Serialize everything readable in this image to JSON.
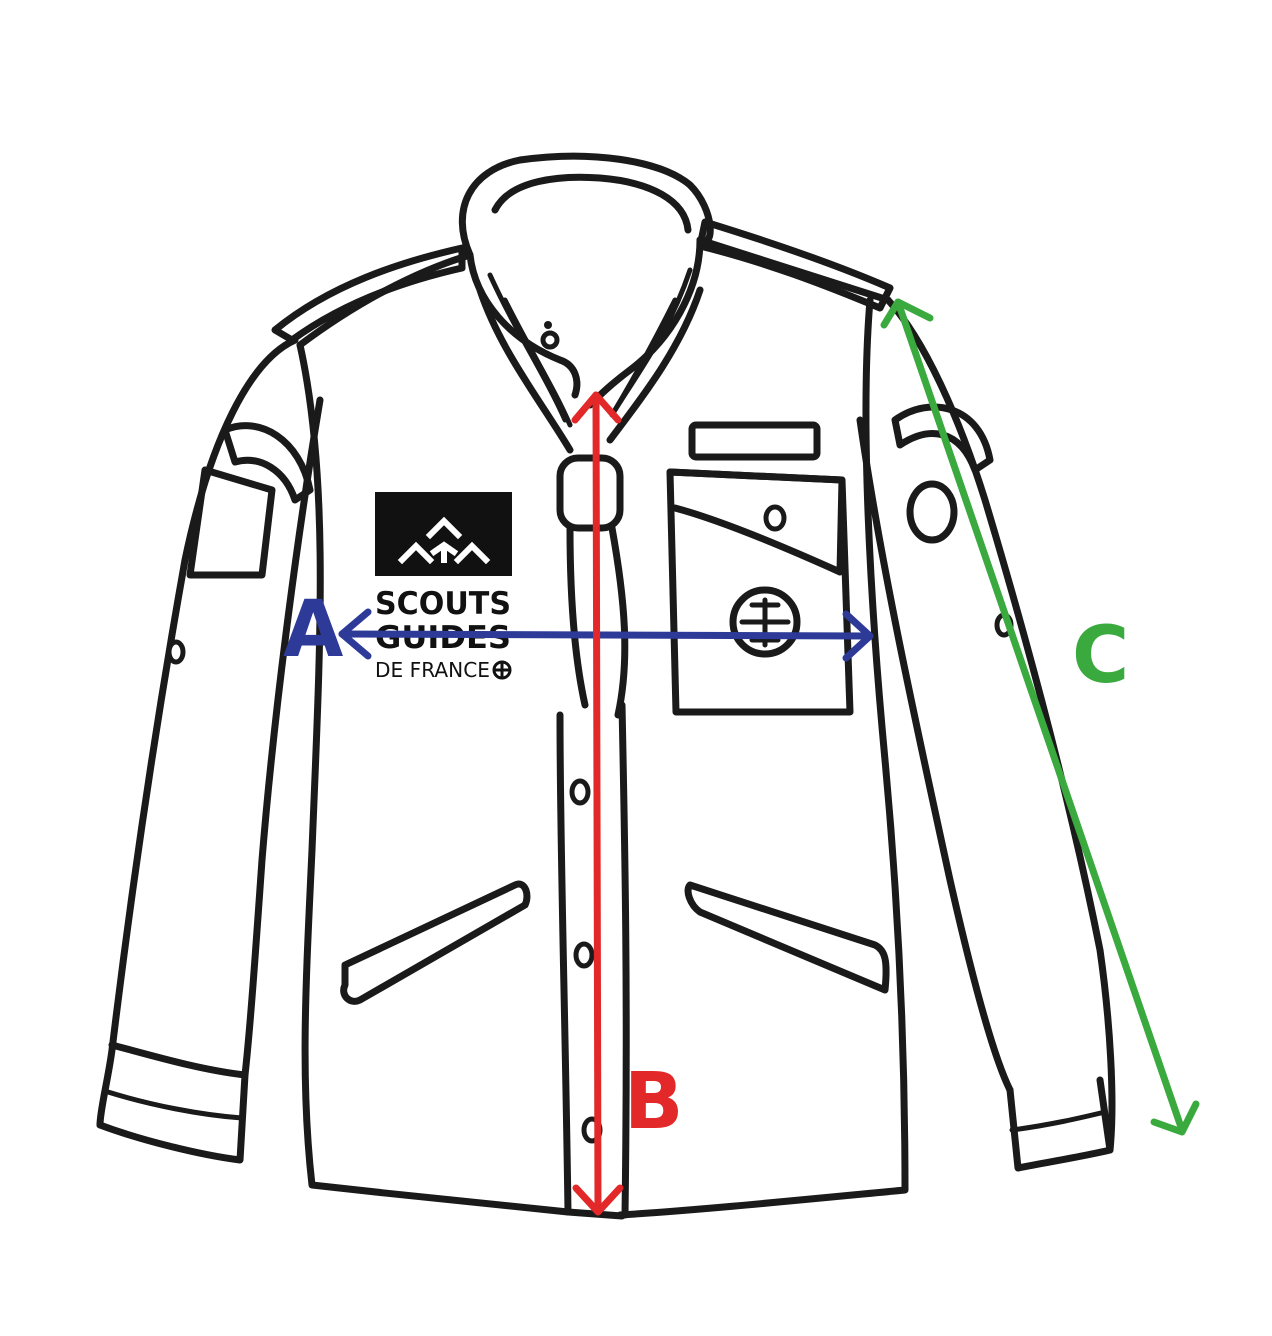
{
  "logo": {
    "line1": "SCOUTS",
    "line2": "GUIDES",
    "line3": "DE FRANCE"
  },
  "measurements": [
    {
      "letter": "A",
      "color": "#2e3a97"
    },
    {
      "letter": "B",
      "color": "#e22828"
    },
    {
      "letter": "C",
      "color": "#3aaa3f"
    }
  ]
}
